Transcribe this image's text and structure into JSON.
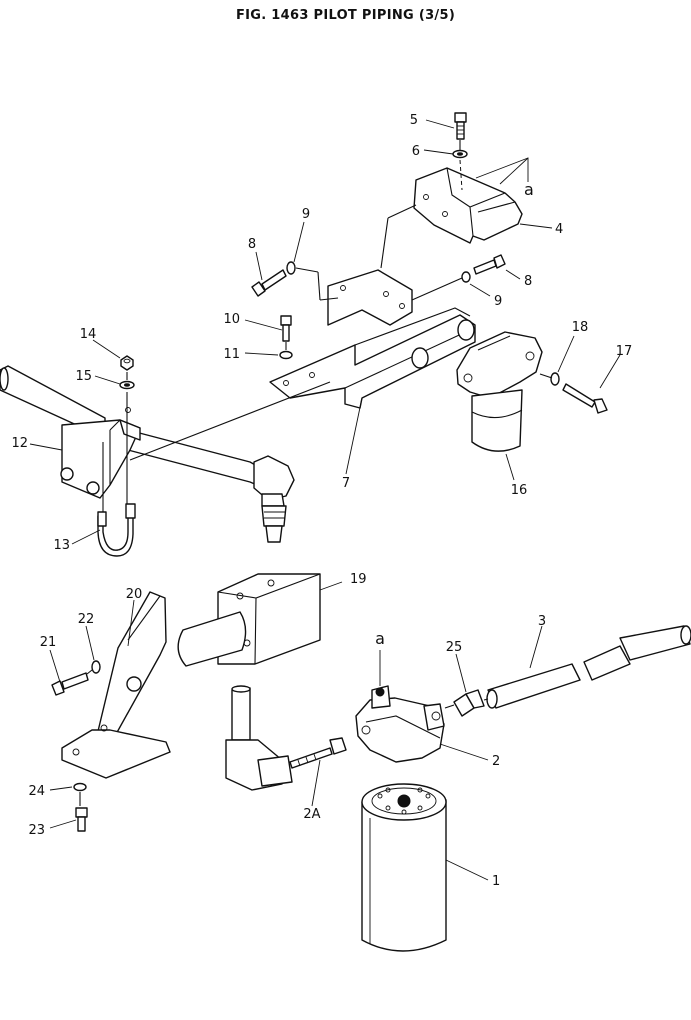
{
  "title": "FIG. 1463   PILOT PIPING (3/5)",
  "callouts": [
    {
      "id": "c5",
      "label": "5"
    },
    {
      "id": "c6",
      "label": "6"
    },
    {
      "id": "ca1",
      "label": "a"
    },
    {
      "id": "c4",
      "label": "4"
    },
    {
      "id": "c9a",
      "label": "9"
    },
    {
      "id": "c8a",
      "label": "8"
    },
    {
      "id": "c8b",
      "label": "8"
    },
    {
      "id": "c9b",
      "label": "9"
    },
    {
      "id": "c10",
      "label": "10"
    },
    {
      "id": "c11",
      "label": "11"
    },
    {
      "id": "c14",
      "label": "14"
    },
    {
      "id": "c15",
      "label": "15"
    },
    {
      "id": "c12",
      "label": "12"
    },
    {
      "id": "c13",
      "label": "13"
    },
    {
      "id": "c7",
      "label": "7"
    },
    {
      "id": "c18",
      "label": "18"
    },
    {
      "id": "c17",
      "label": "17"
    },
    {
      "id": "c16",
      "label": "16"
    },
    {
      "id": "c20",
      "label": "20"
    },
    {
      "id": "c19",
      "label": "19"
    },
    {
      "id": "c22",
      "label": "22"
    },
    {
      "id": "c21",
      "label": "21"
    },
    {
      "id": "ca2",
      "label": "a"
    },
    {
      "id": "c25",
      "label": "25"
    },
    {
      "id": "c3",
      "label": "3"
    },
    {
      "id": "c2",
      "label": "2"
    },
    {
      "id": "c2A",
      "label": "2A"
    },
    {
      "id": "c24",
      "label": "24"
    },
    {
      "id": "c23",
      "label": "23"
    },
    {
      "id": "c1",
      "label": "1"
    }
  ]
}
